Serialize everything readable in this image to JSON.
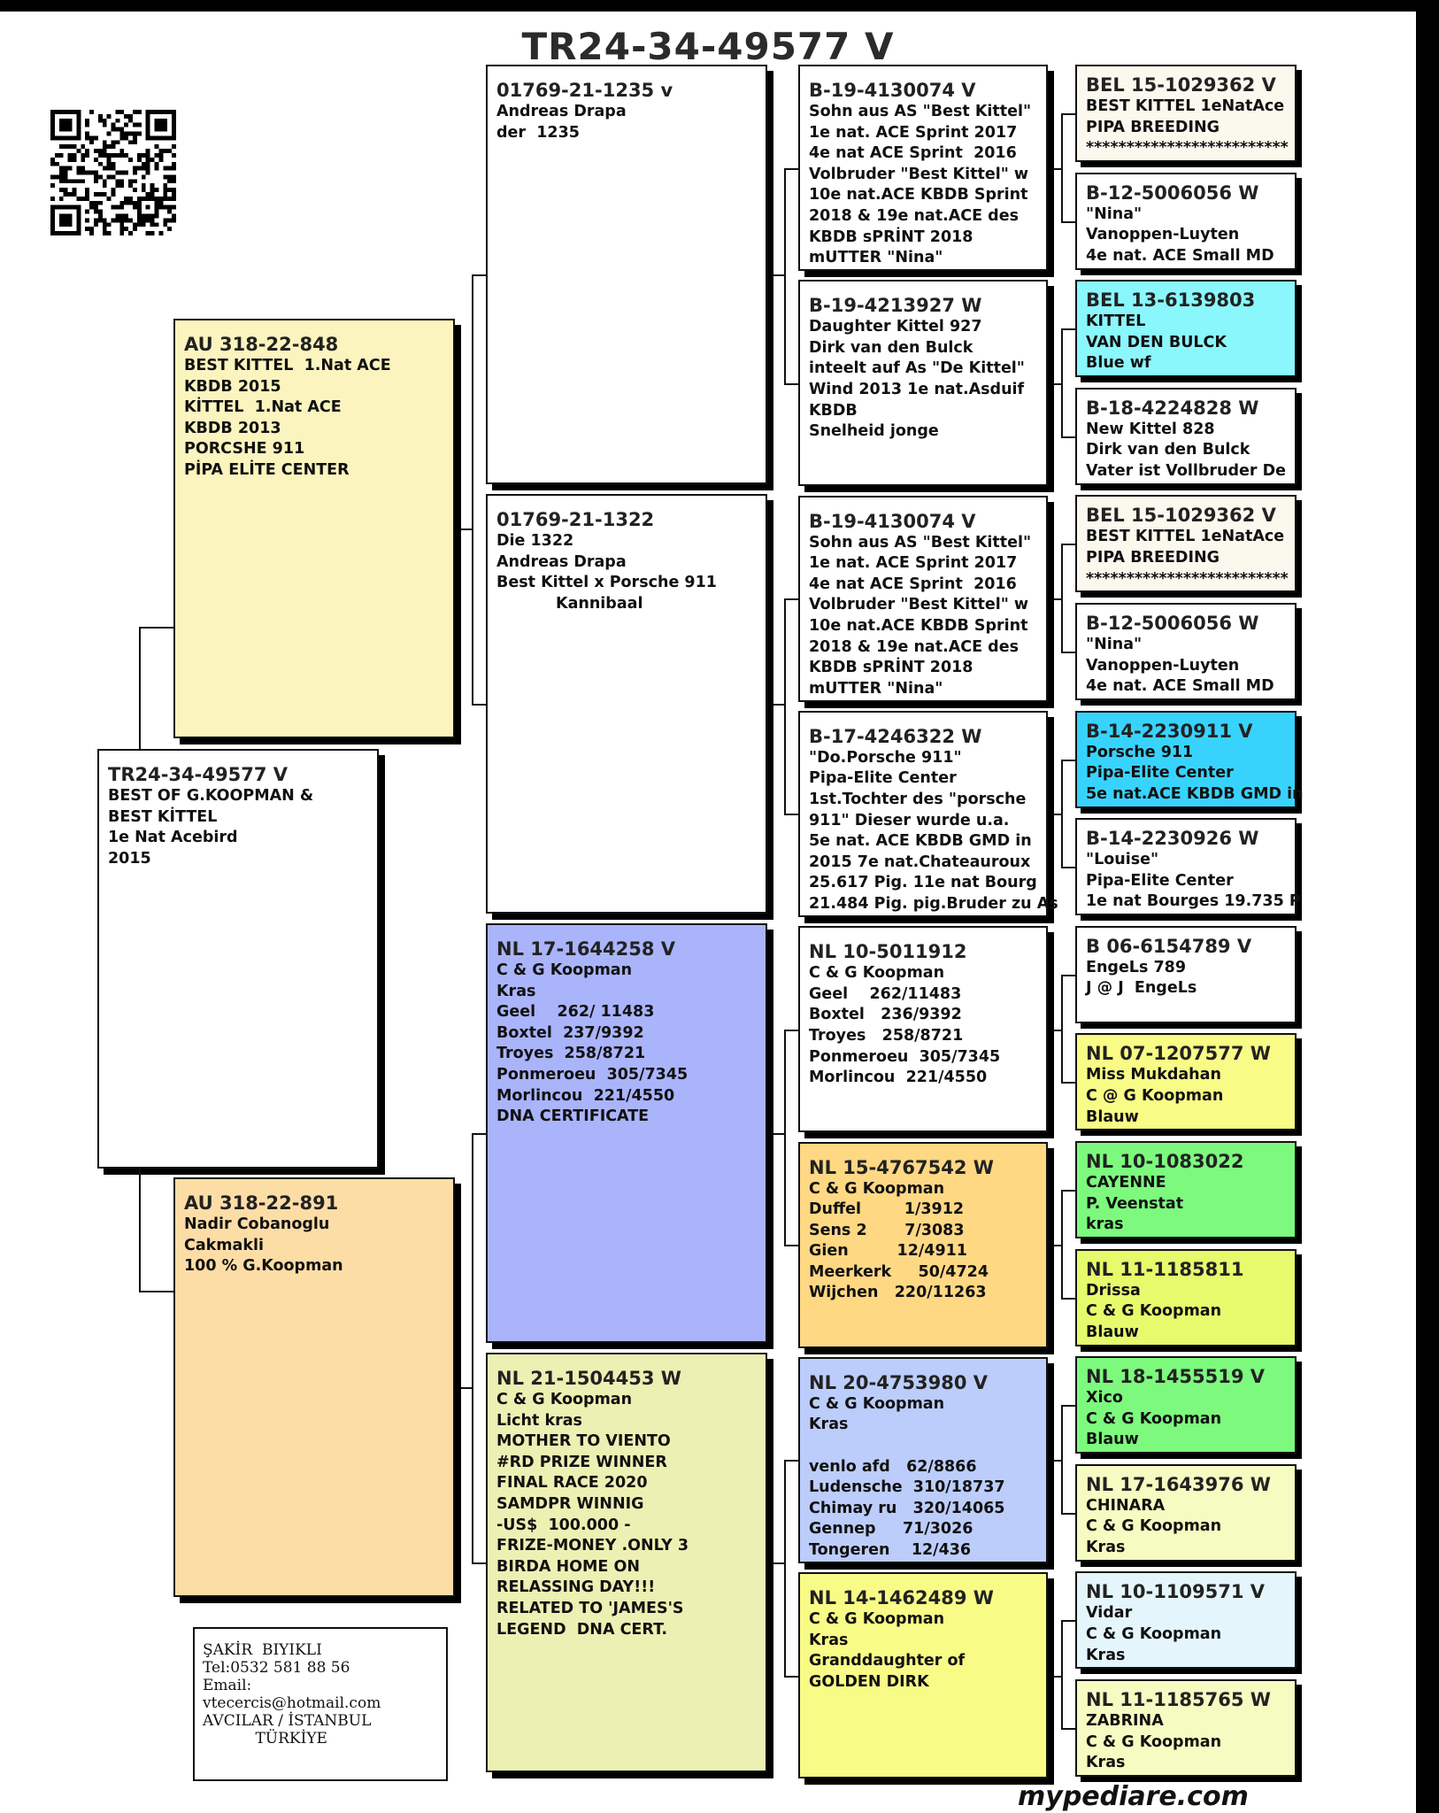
{
  "title": "TR24-34-49577 V",
  "colors": {
    "white": "#ffffff",
    "cream": "#fbf9ee",
    "lightyellow": "#fbf4be",
    "peach": "#fddda6",
    "lavender": "#aab4fb",
    "paleyellowgreen": "#edf0b3",
    "lightblue": "#bccdfb",
    "yellow": "#f8fb86",
    "orange": "#ffd884",
    "green": "#7dfa7e",
    "limeyellow": "#e6fb6c",
    "cyan": "#8af7fd",
    "skyblue": "#38d3fd",
    "paleyellow": "#f5fbc1",
    "paleblue": "#e4f6fc"
  },
  "gen1": {
    "header": "TR24-34-49577 V",
    "lines": [
      "BEST OF G.KOOPMAN &",
      "BEST KİTTEL",
      "1e Nat Acebird",
      "2015"
    ]
  },
  "gen2": [
    {
      "header": "AU 318-22-848",
      "lines": [
        "BEST KITTEL  1.Nat ACE",
        "KBDB 2015",
        "KİTTEL  1.Nat ACE",
        "KBDB 2013",
        "PORCSHE 911",
        "PİPA ELİTE CENTER"
      ]
    },
    {
      "header": "AU 318-22-891",
      "lines": [
        "Nadir Cobanoglu",
        "Cakmakli",
        "100 % G.Koopman"
      ]
    }
  ],
  "gen3": [
    {
      "header": "01769-21-1235 v",
      "lines": [
        "Andreas Drapa",
        "der  1235"
      ]
    },
    {
      "header": "01769-21-1322",
      "lines": [
        "Die 1322",
        "Andreas Drapa",
        "Best Kittel x Porsche 911",
        "           Kannibaal"
      ]
    },
    {
      "header": "NL 17-1644258 V",
      "lines": [
        "C & G Koopman",
        "Kras",
        "Geel    262/ 11483",
        "Boxtel  237/9392",
        "Troyes  258/8721",
        "Ponmeroeu  305/7345",
        "Morlincou  221/4550",
        "DNA CERTIFICATE"
      ]
    },
    {
      "header": "NL 21-1504453 W",
      "lines": [
        "C & G Koopman",
        "Licht kras",
        "MOTHER TO VIENTO",
        "#RD PRIZE WINNER",
        "FINAL RACE 2020",
        "SAMDPR WINNIG",
        "-US$  100.000 -",
        "FRIZE-MONEY .ONLY 3",
        "BIRDA HOME ON",
        "RELASSING DAY!!!",
        "RELATED TO 'JAMES'S",
        "LEGEND  DNA CERT."
      ]
    }
  ],
  "gen4": [
    {
      "header": "B-19-4130074 V",
      "lines": [
        "Sohn aus AS \"Best Kittel\"",
        "1e nat. ACE Sprint 2017",
        "4e nat ACE Sprint  2016",
        "Volbruder \"Best Kittel\" w",
        "10e nat.ACE KBDB Sprint",
        "2018 & 19e nat.ACE des",
        "KBDB sPRİNT 2018",
        "mUTTER \"Nina\""
      ]
    },
    {
      "header": "B-19-4213927 W",
      "lines": [
        "Daughter Kittel 927",
        "Dirk van den Bulck",
        "inteelt auf As \"De Kittel\"",
        "Wind 2013 1e nat.Asduif",
        "KBDB",
        "Snelheid jonge"
      ]
    },
    {
      "header": "B-19-4130074 V",
      "lines": [
        "Sohn aus AS \"Best Kittel\"",
        "1e nat. ACE Sprint 2017",
        "4e nat ACE Sprint  2016",
        "Volbruder \"Best Kittel\" w",
        "10e nat.ACE KBDB Sprint",
        "2018 & 19e nat.ACE des",
        "KBDB sPRİNT 2018",
        "mUTTER \"Nina\""
      ]
    },
    {
      "header": "B-17-4246322 W",
      "lines": [
        "\"Do.Porsche 911\"",
        "Pipa-Elite Center",
        "1st.Tochter des \"porsche",
        "911\" Dieser wurde u.a.",
        "5e nat. ACE KBDB GMD in",
        "2015 7e nat.Chateauroux",
        "25.617 Pig. 11e nat Bourg",
        "21.484 Pig. pig.Bruder zu As"
      ]
    },
    {
      "header": "NL 10-5011912",
      "lines": [
        "C & G Koopman",
        "Geel    262/11483",
        "Boxtel   236/9392",
        "Troyes   258/8721",
        "Ponmeroeu  305/7345",
        "Morlincou  221/4550"
      ]
    },
    {
      "header": "NL 15-4767542 W",
      "lines": [
        "C & G Koopman",
        "Duffel        1/3912",
        "Sens 2       7/3083",
        "Gien         12/4911",
        "Meerkerk     50/4724",
        "Wijchen   220/11263"
      ]
    },
    {
      "header": "NL 20-4753980 V",
      "lines": [
        "C & G Koopman",
        "Kras",
        "",
        "venlo afd   62/8866",
        "Ludensche  310/18737",
        "Chimay ru   320/14065",
        "Gennep     71/3026",
        "Tongeren    12/436"
      ]
    },
    {
      "header": "NL 14-1462489 W",
      "lines": [
        "C & G Koopman",
        "Kras",
        "Granddaughter of",
        "GOLDEN DIRK"
      ]
    }
  ],
  "gen5": [
    {
      "header": "BEL 15-1029362 V",
      "lines": [
        "BEST KITTEL 1eNatAce",
        "PIPA BREEDING",
        "*************************"
      ]
    },
    {
      "header": "B-12-5006056 W",
      "lines": [
        "\"Nina\"",
        "Vanoppen-Luyten",
        "4e nat. ACE Small MD"
      ]
    },
    {
      "header": "BEL 13-6139803",
      "lines": [
        "KITTEL",
        "VAN DEN BULCK",
        "Blue wf"
      ]
    },
    {
      "header": "B-18-4224828 W",
      "lines": [
        "New Kittel 828",
        "Dirk van den Bulck",
        "Vater ist Vollbruder De"
      ]
    },
    {
      "header": "BEL 15-1029362 V",
      "lines": [
        "BEST KITTEL 1eNatAce",
        "PIPA BREEDING",
        "*************************"
      ]
    },
    {
      "header": "B-12-5006056 W",
      "lines": [
        "\"Nina\"",
        "Vanoppen-Luyten",
        "4e nat. ACE Small MD"
      ]
    },
    {
      "header": "B-14-2230911 V",
      "lines": [
        "Porsche 911",
        "Pipa-Elite Center",
        "5e nat.ACE KBDB GMD in"
      ]
    },
    {
      "header": "B-14-2230926 W",
      "lines": [
        "\"Louise\"",
        "Pipa-Elite Center",
        "1e nat Bourges 19.735 P"
      ]
    },
    {
      "header": "B 06-6154789 V",
      "lines": [
        "EngeLs 789",
        "J @ J  EngeLs"
      ]
    },
    {
      "header": "NL 07-1207577 W",
      "lines": [
        "Miss Mukdahan",
        "C @ G Koopman",
        "Blauw"
      ]
    },
    {
      "header": "NL 10-1083022",
      "lines": [
        "CAYENNE",
        "P. Veenstat",
        "kras"
      ]
    },
    {
      "header": "NL 11-1185811",
      "lines": [
        "Drissa",
        "C & G Koopman",
        "Blauw"
      ]
    },
    {
      "header": "NL 18-1455519 V",
      "lines": [
        "Xico",
        "C & G Koopman",
        "Blauw"
      ]
    },
    {
      "header": "NL 17-1643976 W",
      "lines": [
        "CHINARA",
        "C & G Koopman",
        "Kras"
      ]
    },
    {
      "header": "NL 10-1109571 V",
      "lines": [
        "Vidar",
        "C & G Koopman",
        "Kras"
      ]
    },
    {
      "header": "NL 11-1185765 W",
      "lines": [
        "ZABRINA",
        "C & G Koopman",
        "Kras"
      ]
    }
  ],
  "contact": {
    "lines": [
      "ŞAKİR  BIYIKLI",
      "Tel:0532 581 88 56",
      "Email:",
      "vtecercis@hotmail.com",
      "AVCILAR / İSTANBUL",
      "           TÜRKİYE"
    ]
  },
  "footer": "mypediare.com",
  "qr_icon": "qr-code-icon"
}
